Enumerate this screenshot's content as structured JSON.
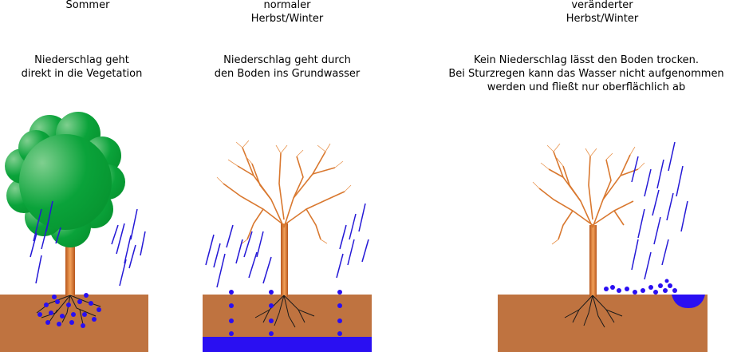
{
  "panels": [
    {
      "id": "summer",
      "season": "Sommer",
      "description": "Niederschlag geht\ndirekt in die Vegetation",
      "tree_foliage": "green-crown",
      "colors": {
        "soil": "#bf7340",
        "water": "#2a0ff2",
        "rain": "#2418d6",
        "foliage": "#0a9a3a",
        "trunk": "#e07a2e"
      }
    },
    {
      "id": "normal-winter",
      "season": "normaler\nHerbst/Winter",
      "description": "Niederschlag geht durch\nden Boden ins Grundwasser",
      "tree_foliage": "bare-branches",
      "colors": {
        "soil": "#bf7340",
        "groundwater": "#2a0ff2",
        "rain": "#2418d6",
        "branches": "#d9782f"
      }
    },
    {
      "id": "changed-winter",
      "season": "veränderter\nHerbst/Winter",
      "description": "Kein Niederschlag lässt den Boden trocken.\nBei Sturzregen kann das Wasser nicht aufgenommen\nwerden und fließt nur oberflächlich ab",
      "tree_foliage": "bare-branches",
      "colors": {
        "soil": "#bf7340",
        "runoff": "#2a0ff2",
        "rain": "#2418d6",
        "branches": "#d9782f"
      }
    }
  ]
}
